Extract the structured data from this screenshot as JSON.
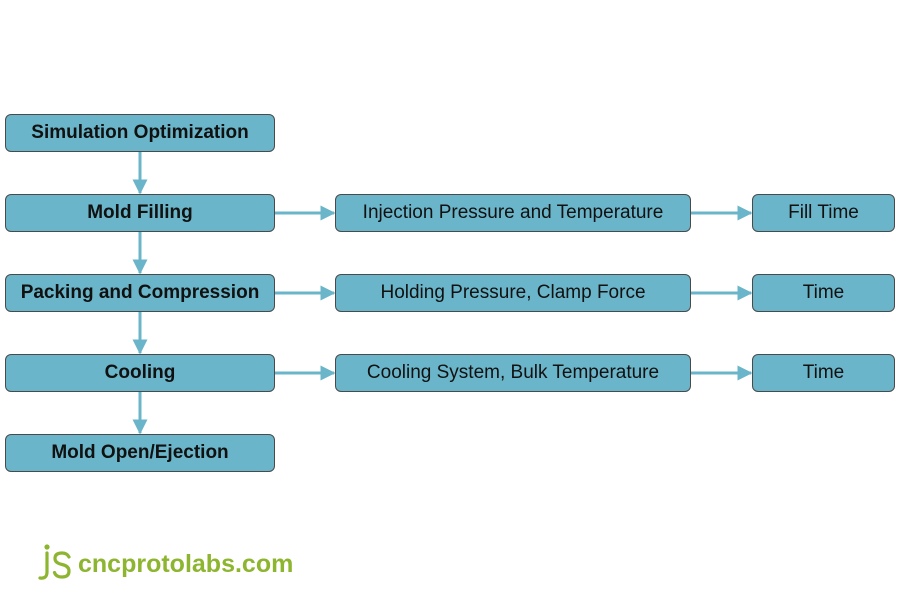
{
  "diagram": {
    "nodes": {
      "sim_opt": "Simulation Optimization",
      "mold_filling": "Mold Filling",
      "packing": "Packing and Compression",
      "cooling": "Cooling",
      "mold_open": "Mold Open/Ejection",
      "injection": "Injection Pressure and Temperature",
      "holding": "Holding Pressure, Clamp Force",
      "cooling_system": "Cooling System, Bulk Temperature",
      "fill_time": "Fill Time",
      "time_packing": "Time",
      "time_cooling": "Time"
    },
    "edges": [
      [
        "sim_opt",
        "mold_filling"
      ],
      [
        "mold_filling",
        "packing"
      ],
      [
        "packing",
        "cooling"
      ],
      [
        "cooling",
        "mold_open"
      ],
      [
        "mold_filling",
        "injection"
      ],
      [
        "injection",
        "fill_time"
      ],
      [
        "packing",
        "holding"
      ],
      [
        "holding",
        "time_packing"
      ],
      [
        "cooling",
        "cooling_system"
      ],
      [
        "cooling_system",
        "time_cooling"
      ]
    ],
    "colors": {
      "node_fill": "#6ab5c9",
      "node_border": "#4a4a4a",
      "arrow": "#6ab5c9",
      "logo": "#8db52f"
    }
  },
  "logo": {
    "mark": "JS",
    "text": "cncprotolabs.com"
  }
}
